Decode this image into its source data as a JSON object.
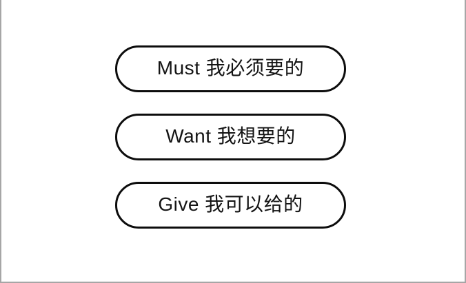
{
  "canvas": {
    "background_color": "#ffffff",
    "edge_line_color": "#a6a6a6"
  },
  "pills": [
    {
      "label": "Must 我必须要的"
    },
    {
      "label": "Want 我想要的"
    },
    {
      "label": "Give 我可以给的"
    }
  ],
  "colors": {
    "pill_border": "#0d0d0d",
    "pill_fill": "#ffffff",
    "text": "#141414"
  }
}
